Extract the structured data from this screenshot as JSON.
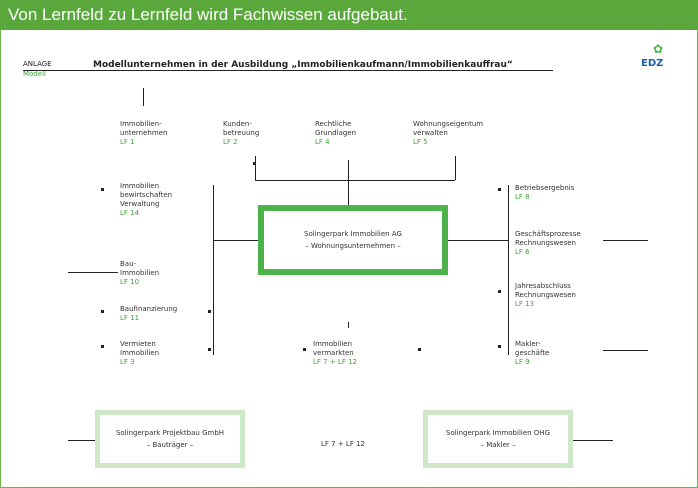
{
  "title": "Von Lernfeld zu Lernfeld wird Fachwissen aufgebaut.",
  "header": {
    "left_label": "ANLAGE",
    "left_sub": "Modell",
    "main_title": "Modellunternehmen in der Ausbildung „Immobilienkaufmann/Immobilienkauffrau“",
    "logo": "EDZ"
  },
  "top_nodes": [
    {
      "label": "Immobilien-\nunternehmen",
      "lf": "LF 1"
    },
    {
      "label": "Kunden-\nbetreuung",
      "lf": "LF 2"
    },
    {
      "label": "Rechtliche\nGrundlagen",
      "lf": "LF 4"
    },
    {
      "label": "Wohnungseigentum\nverwalten",
      "lf": "LF 5"
    }
  ],
  "left_nodes": [
    {
      "label": "Immobilien\nbewirtschaften\nVerwaltung",
      "lf": "LF 14"
    },
    {
      "label": "Bau-\nImmobilien",
      "lf": "LF 10"
    },
    {
      "label": "Baufinanzierung",
      "lf": "LF 11"
    },
    {
      "label": "Vermieten\nImmobilien",
      "lf": "LF 3"
    }
  ],
  "right_nodes": [
    {
      "label": "Betriebsergebnis",
      "lf": "LF 8"
    },
    {
      "label": "Geschäftsprozesse\nRechnungswesen",
      "lf": "LF 6"
    },
    {
      "label": "Jahresabschluss\nRechnungswesen",
      "lf": "LF 13"
    },
    {
      "label": "Makler-\ngeschäfte",
      "lf": "LF 9"
    }
  ],
  "center_bottom": {
    "label": "Immobilien\nvermarkten",
    "lf": "LF 7 + LF 12"
  },
  "central": {
    "line1": "Solingerpark Immobilien AG",
    "line2": "– Wohnungsunternehmen –"
  },
  "sub_left": {
    "line1": "Solingerpark Projektbau GmbH",
    "line2": "– Bauträger –"
  },
  "sub_right": {
    "line1": "Solingerpark Immobilien OHG",
    "line2": "– Makler –"
  },
  "middle_link": "LF 7 + LF 12"
}
